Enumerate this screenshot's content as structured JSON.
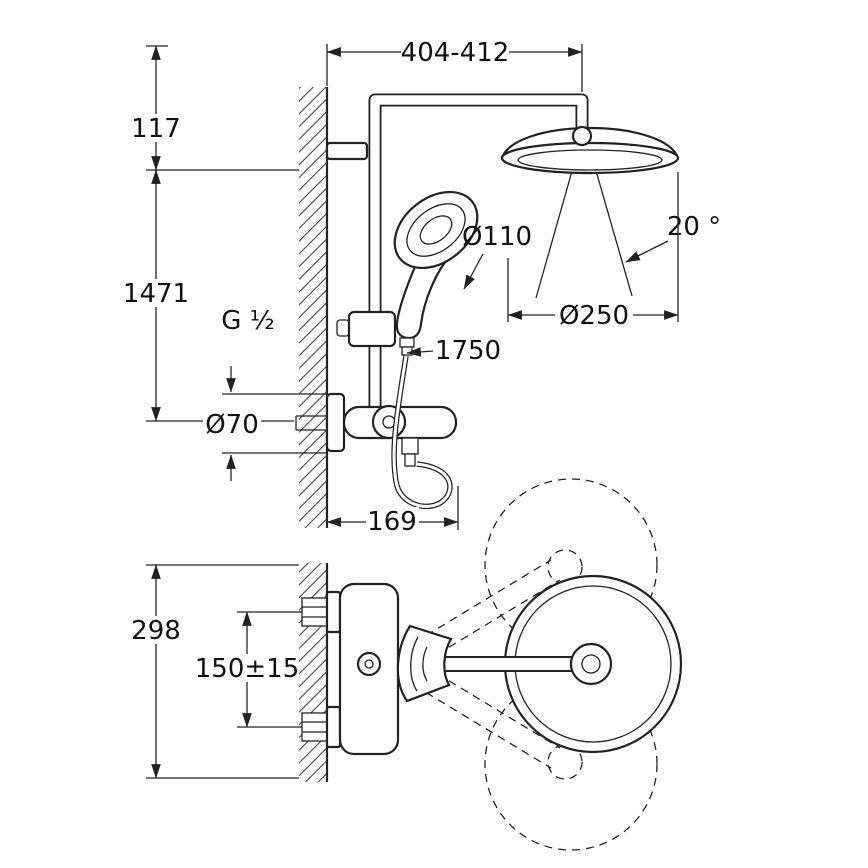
{
  "drawing": {
    "side_view": {
      "top_width": "404-412",
      "top_offset": "117",
      "riser_height": "1471",
      "thread_size": "G ¹⁄₂",
      "rosette_diameter": "Ø70",
      "hand_shower_diameter": "Ø110",
      "swivel_angle": "20 °",
      "head_diameter": "Ø250",
      "hose_length": "1750",
      "wall_projection": "169"
    },
    "plan_view": {
      "overall_width": "298",
      "connection_spacing": "150±15"
    }
  }
}
